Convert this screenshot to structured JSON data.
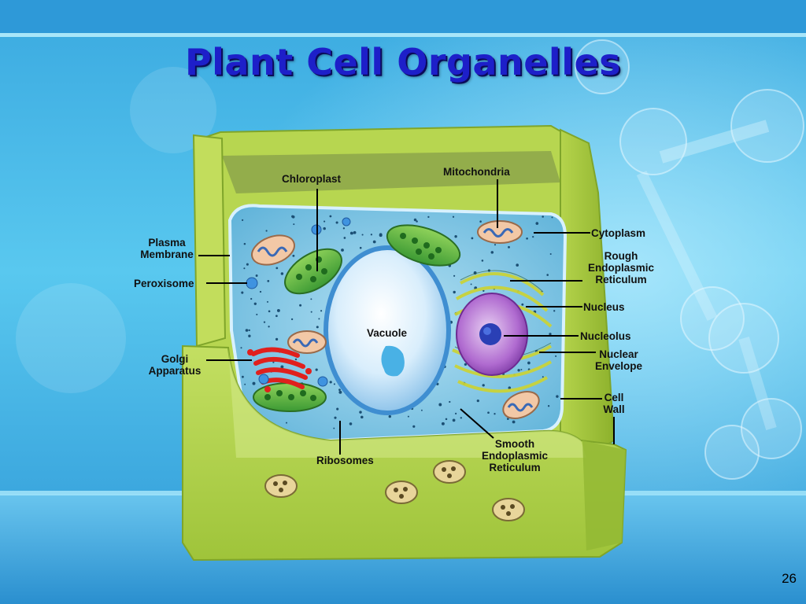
{
  "slide": {
    "title": "Plant Cell Organelles",
    "page_number": "26"
  },
  "labels": {
    "chloroplast": "Chloroplast",
    "mitochondria": "Mitochondria",
    "plasma_membrane_1": "Plasma",
    "plasma_membrane_2": "Membrane",
    "peroxisome": "Peroxisome",
    "golgi_1": "Golgi",
    "golgi_2": "Apparatus",
    "vacuole": "Vacuole",
    "ribosomes": "Ribosomes",
    "cytoplasm": "Cytoplasm",
    "rough_er_1": "Rough",
    "rough_er_2": "Endoplasmic",
    "rough_er_3": "Reticulum",
    "nucleus": "Nucleus",
    "nucleolus": "Nucleolus",
    "nuclear_env_1": "Nuclear",
    "nuclear_env_2": "Envelope",
    "cell_wall_1": "Cell",
    "cell_wall_2": "Wall",
    "smooth_er_1": "Smooth",
    "smooth_er_2": "Endoplasmic",
    "smooth_er_3": "Reticulum"
  },
  "colors": {
    "title": "#1d1fc9",
    "cell_wall": "#a9cf3f",
    "cytoplasm": "#7ec3e0",
    "vacuole": "#cfe9fb",
    "nucleus": "#b86ad1",
    "golgi": "#e0201d",
    "chloroplast": "#3ea63a"
  }
}
